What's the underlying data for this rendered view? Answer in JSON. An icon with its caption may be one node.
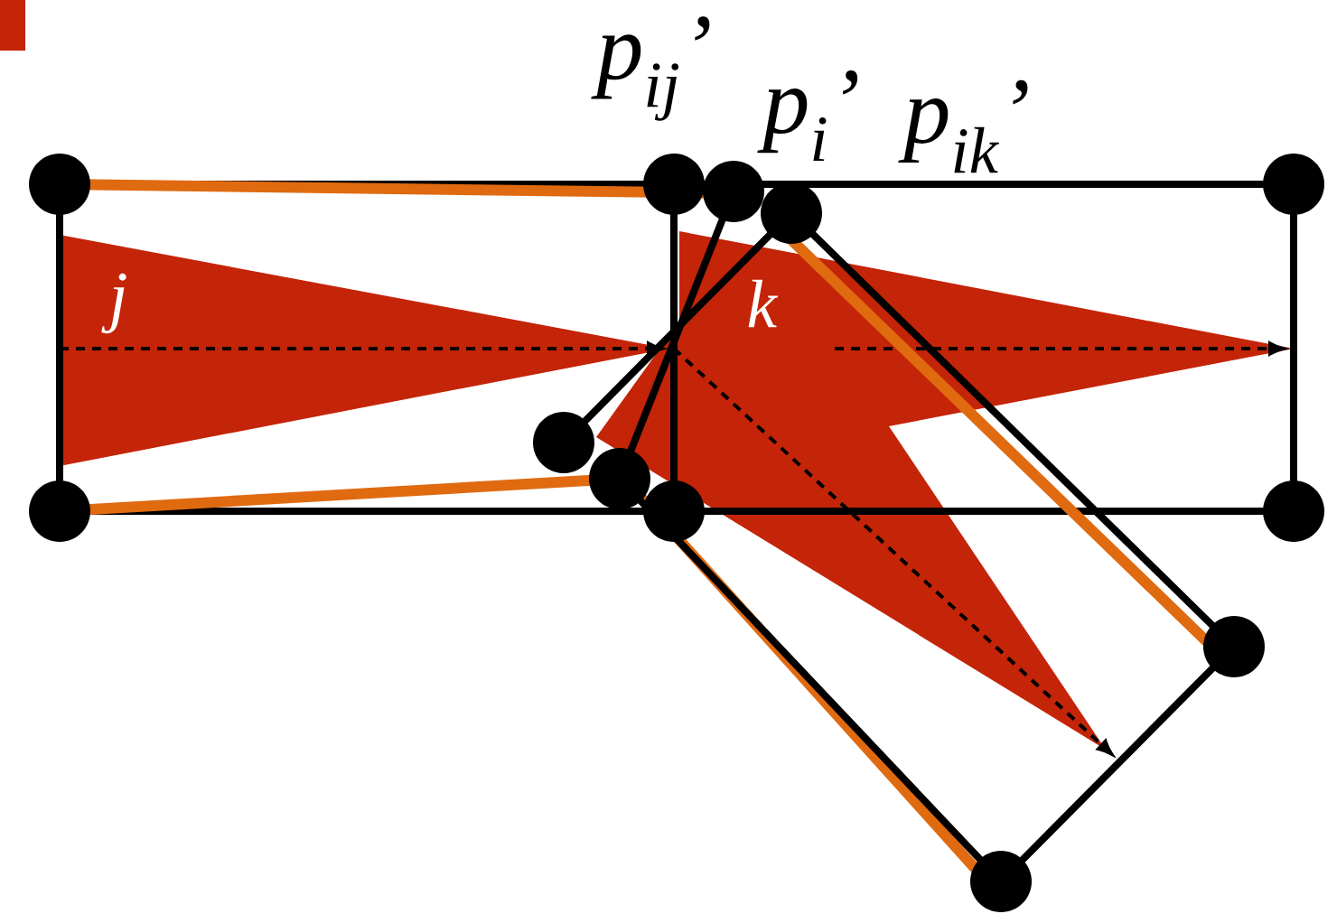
{
  "diagram": {
    "labels": [
      "p$_{ij}$’",
      "p$_{i}$’",
      "p$_{ik}$’",
      "j",
      "k"
    ]
  }
}
